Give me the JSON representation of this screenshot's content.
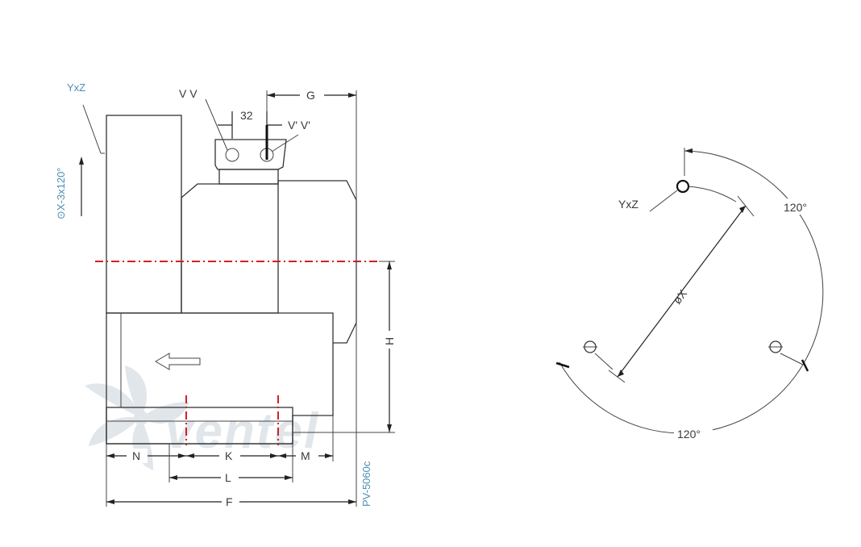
{
  "side_view": {
    "labels": {
      "flange_spec": "YxZ",
      "bolt_spec": "⊙X-3x120°",
      "port_left": "V V",
      "port_right": "V' V'",
      "port_spacing": "32",
      "dim_g": "G",
      "dim_h": "H",
      "dim_n": "N",
      "dim_k": "K",
      "dim_m": "M",
      "dim_l": "L",
      "dim_f": "F",
      "model": "PV-5060c"
    }
  },
  "flange_view": {
    "labels": {
      "hole_spec": "YxZ",
      "angle_top": "120°",
      "angle_bottom": "120°",
      "diameter": "øX"
    }
  },
  "watermark": {
    "text": "ventel"
  },
  "colors": {
    "line": "#333333",
    "label": "#3a3a3a",
    "blue_label": "#4a8fb3",
    "centerline": "#d0202a",
    "watermark": "#c9d3db",
    "watermark_accent": "#a8c8dc"
  },
  "icons": {
    "airflow_arrow": "arrow-left-icon",
    "fan_logo": "fan-blades-icon"
  }
}
